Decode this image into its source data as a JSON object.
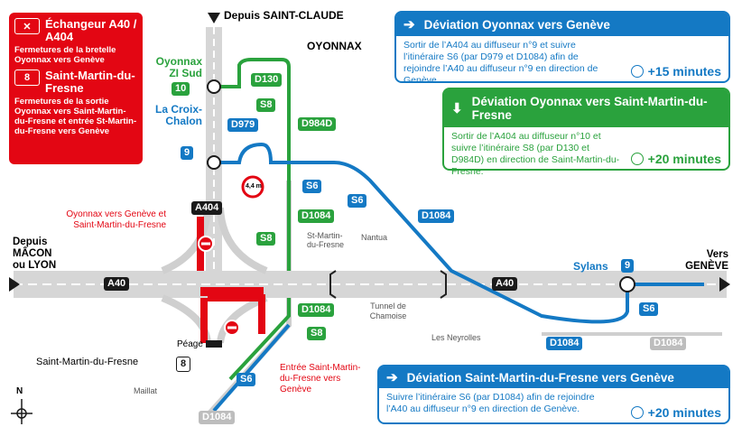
{
  "header": {
    "from_north": "Depuis SAINT-CLAUDE"
  },
  "closure": {
    "icon": "closed-road-icon",
    "title": "Échangeur A40 / A404",
    "title_desc": "Fermetures de la bretelle Oyonnax vers Genève",
    "exit_badge": "8",
    "exit_name": "Saint-Martin-du-Fresne",
    "exit_desc": "Fermetures de la sortie Oyonnax vers Saint-Martin-du-Fresne et entrée St-Martin-du-Fresne vers Genève"
  },
  "detours": [
    {
      "title": "Déviation Oyonnax vers Genève",
      "color": "#1479c4",
      "body": "Sortir de l’A404 au diffuseur n°9 et suivre l’itinéraire S6 (par D979 et D1084) afin de rejoindre l’A40 au diffuseur n°9 en direction de Genève.",
      "duration": "+15 minutes"
    },
    {
      "title": "Déviation Oyonnax vers Saint-Martin-du-Fresne",
      "color": "#2aa23d",
      "body": "Sortir de l’A404 au diffuseur n°10 et suivre l’itinéraire S8 (par D130 et D984D) en direction de Saint-Martin-du-Fresne.",
      "duration": "+20 minutes"
    },
    {
      "title": "Déviation Saint-Martin-du-Fresne vers Genève",
      "color": "#1479c4",
      "body": "Suivre l’itinéraire S6 (par D1084) afin de rejoindre l’A40 au diffuseur n°9 en direction de Genève.",
      "duration": "+20 minutes"
    }
  ],
  "places": {
    "oyonnax": "OYONNAX",
    "oyonnax_zi": "Oyonnax ZI Sud",
    "croix_chalon": "La Croix-Chalon",
    "st_martin": "St-Martin-du-Fresne",
    "nantua": "Nantua",
    "tunnel": "Tunnel de Chamoise",
    "neyrolles": "Les Neyrolles",
    "sylans": "Sylans",
    "maillat": "Maillat",
    "saint_martin_exit": "Saint-Martin-du-Fresne",
    "peage": "Péage",
    "from_west": "Depuis MÂCON ou LYON",
    "to_east": "Vers GENÈVE"
  },
  "annotations": {
    "closed_ramp": "Oyonnax vers Genève et Saint-Martin-du-Fresne",
    "closed_entry": "Entrée Saint-Martin-du-Fresne vers Genève",
    "height_limit": "4,4 m"
  },
  "roads": {
    "a40": "A40",
    "a404": "A404",
    "d130": "D130",
    "d979": "D979",
    "d984d": "D984D",
    "d1084": "D1084",
    "s6": "S6",
    "s8": "S8",
    "exit_10": "10",
    "exit_9": "9",
    "exit_8": "8"
  },
  "compass": "N",
  "colors": {
    "red": "#e30613",
    "blue": "#1479c4",
    "green": "#2aa23d",
    "road": "#cfcfcf",
    "dark": "#1a1a1a"
  }
}
